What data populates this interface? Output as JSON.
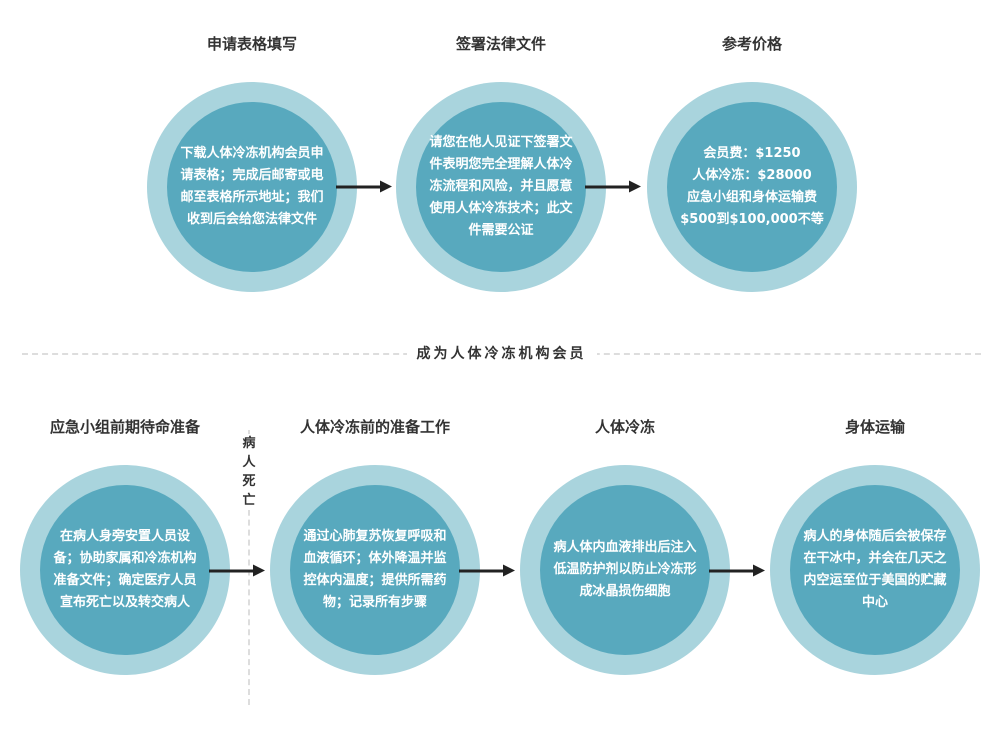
{
  "section_label": "成为人体冷冻机构会员",
  "death_label": "病人死亡",
  "colors": {
    "outer": "#a9d4dd",
    "inner": "#58a9be",
    "arrow": "#222222"
  },
  "top_steps": [
    {
      "title": "申请表格填写",
      "text": "下载人体冷冻机构会员申请表格；完成后邮寄或电邮至表格所示地址；我们收到后会给您法律文件"
    },
    {
      "title": "签署法律文件",
      "text": "请您在他人见证下签署文件表明您完全理解人体冷冻流程和风险，并且愿意使用人体冷冻技术；此文件需要公证"
    },
    {
      "title": "参考价格",
      "lines": [
        "会员费：$1250",
        "人体冷冻：$28000",
        "应急小组和身体运输费",
        "$500到$100,000不等"
      ]
    }
  ],
  "bottom_steps": [
    {
      "title": "应急小组前期待命准备",
      "text": "在病人身旁安置人员设备；协助家属和冷冻机构准备文件；确定医疗人员宣布死亡以及转交病人"
    },
    {
      "title": "人体冷冻前的准备工作",
      "text": "通过心肺复苏恢复呼吸和血液循环；体外降温并监控体内温度；提供所需药物；记录所有步骤"
    },
    {
      "title": "人体冷冻",
      "text": "病人体内血液排出后注入低温防护剂以防止冷冻形成冰晶损伤细胞"
    },
    {
      "title": "身体运输",
      "text": "病人的身体随后会被保存在干冰中，并会在几天之内空运至位于美国的贮藏中心"
    }
  ]
}
